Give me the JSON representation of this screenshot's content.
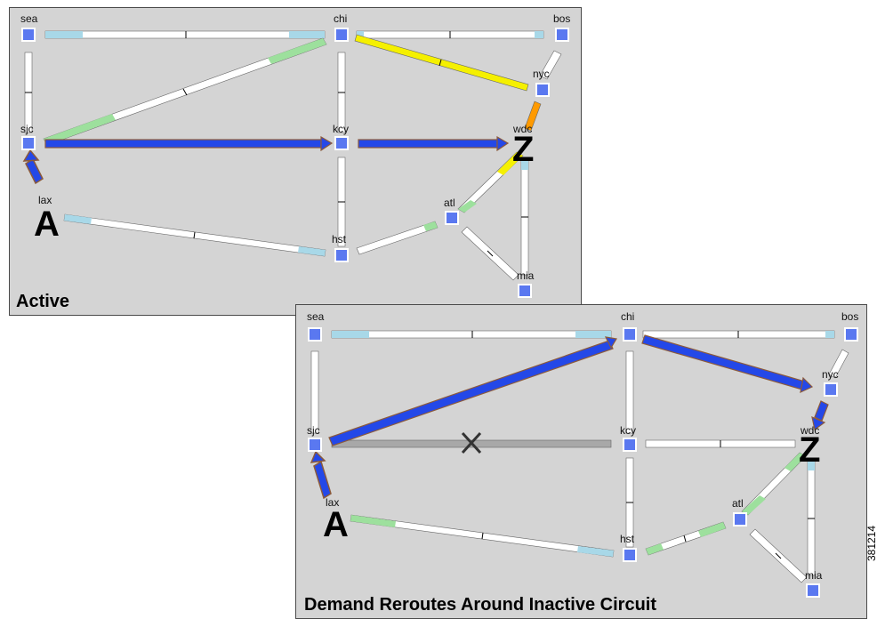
{
  "captions": {
    "active": "Active",
    "reroute": "Demand Reroutes Around Inactive Circuit"
  },
  "figure_id": "381214",
  "nodes": {
    "sea": "sea",
    "chi": "chi",
    "bos": "bos",
    "nyc": "nyc",
    "sjc": "sjc",
    "kcy": "kcy",
    "wdc": "wdc",
    "atl": "atl",
    "lax": "lax",
    "hst": "hst",
    "mia": "mia"
  },
  "endpoints": {
    "source": "A",
    "destination": "Z"
  },
  "colors": {
    "panel": "#d4d4d4",
    "node": "#5a78f0",
    "demand_path": "#2448e8",
    "demand_outline": "#8b5a3c",
    "util_low": "#a8d8e8",
    "util_mid": "#9de09d",
    "util_high": "#f5f000",
    "util_critical": "#ff9a00",
    "inactive": "#a8a8a8"
  }
}
